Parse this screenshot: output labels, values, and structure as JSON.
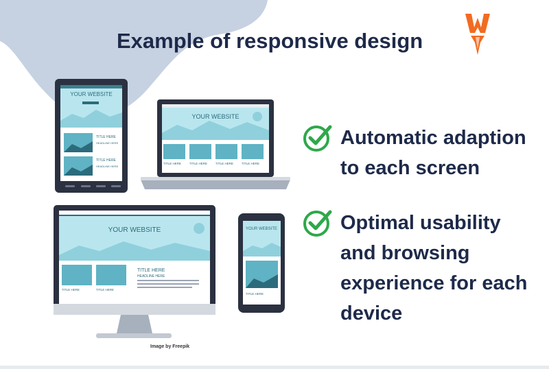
{
  "title": "Example of responsive design",
  "logo": {
    "icon": "brand-w-logo-icon",
    "color": "#f26b21"
  },
  "bullets": [
    {
      "icon": "green-check-icon",
      "lines": [
        "Automatic adaption",
        "to each screen"
      ]
    },
    {
      "icon": "green-check-icon",
      "lines": [
        "Optimal usability",
        "and browsing",
        "experience for each",
        "device"
      ]
    }
  ],
  "credit": "Image by Freepik",
  "mockups": {
    "tablet": {
      "heading": "YOUR WEBSITE",
      "card_title": "TITLE HERE",
      "card_sub": "HEADLINE HERE"
    },
    "laptop": {
      "heading": "YOUR WEBSITE",
      "card_title": "TITLE HERE"
    },
    "monitor": {
      "heading": "YOUR WEBSITE",
      "title": "TITLE HERE",
      "sub": "HEADLINE HERE",
      "card_title": "TITLE HERE"
    },
    "phone": {
      "heading": "YOUR WEBSITE",
      "title": "TITLE HERE"
    }
  },
  "colors": {
    "navy": "#1e2a4a",
    "check_green": "#2ea84a",
    "blob": "#c6d2e1",
    "screen": "#b9e6ee",
    "hills": "#5fb3c4"
  }
}
